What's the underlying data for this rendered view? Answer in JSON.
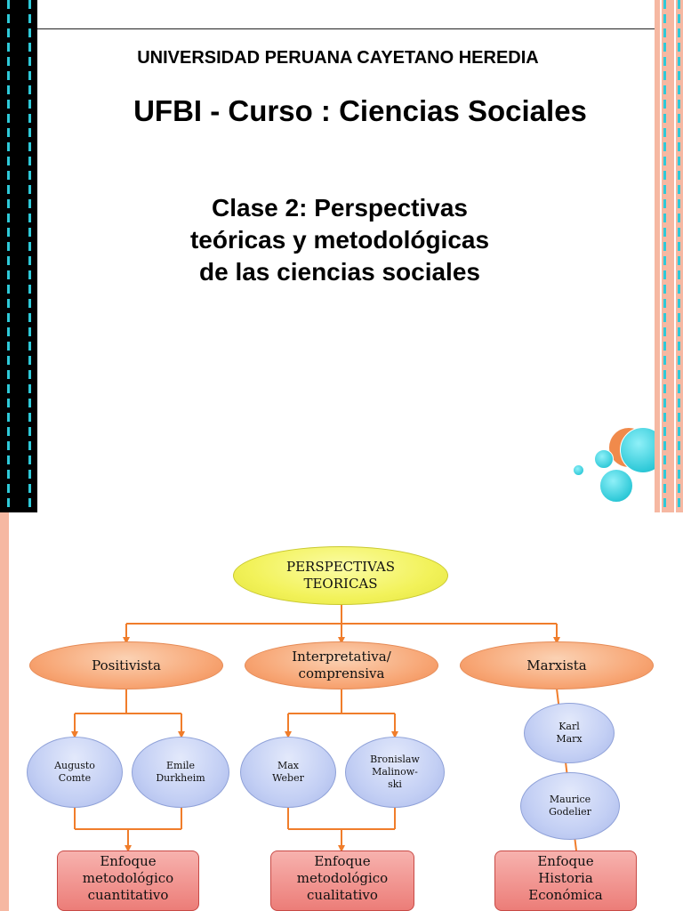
{
  "slide1": {
    "university": "UNIVERSIDAD PERUANA  CAYETANO HEREDIA",
    "course": "UFBI - Curso : Ciencias  Sociales",
    "class_title": "Clase 2: Perspectivas teóricas y metodológicas de las ciencias sociales",
    "colors": {
      "accent_cyan": "#2ec9d8",
      "accent_orange": "#f08a4b",
      "strip_salmon": "#f6b8a2"
    }
  },
  "diagram": {
    "root": "PERSPECTIVAS\nTEORICAS",
    "perspectives": [
      {
        "label": "Positivista",
        "authors": [
          "Augusto\nComte",
          "Emile\nDurkheim"
        ],
        "approach": "Enfoque\nmetodológico\ncuantitativo"
      },
      {
        "label": "Interpretativa/\ncomprensiva",
        "authors": [
          "Max\nWeber",
          "Bronislaw\nMalinow-\nski"
        ],
        "approach": "Enfoque\nmetodológico\ncualitativo"
      },
      {
        "label": "Marxista",
        "authors": [
          "Karl\nMarx",
          "Maurice\nGodelier"
        ],
        "approach": "Enfoque\nHistoria\nEconómica"
      }
    ],
    "colors": {
      "connector": "#f07d2b",
      "root_fill": "#f2f25a",
      "perspective_fill": "#f7a472",
      "author_fill": "#c3cff4",
      "approach_fill": "#ec7d78"
    }
  }
}
